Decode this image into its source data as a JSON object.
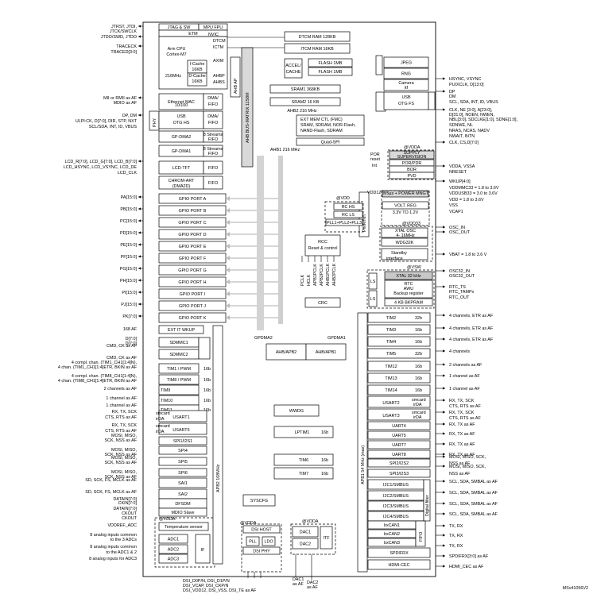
{
  "core": {
    "jtag": "JTAG & SW",
    "mpu_fpu": "MPU FPU",
    "etm": "ETM",
    "nvic": "NVIC",
    "cpu_l1": "Arm  CPU",
    "cpu_l2": "Cortex-M7",
    "freq": "216MHz",
    "icache_l1": "I-Cache",
    "icache_l2": "16KB",
    "dcache_l1": "D-Cache",
    "dcache_l2": "16KB",
    "dtcm": "DTCM",
    "itcm": "ICTM",
    "axim": "AXIM",
    "ahbp": "AHBP",
    "ahbs": "AHBS",
    "dtcm_ram": "DTCM RAM 128KB",
    "itcm_ram": "ITCM RAM 16KB",
    "flash1": "FLASH 1MB",
    "flash2": "FLASH 1MB",
    "accel1": "ACCEL/",
    "accel2": "CACHE",
    "ahb_ap": "AHB AP",
    "sram1": "SRAM1 368KB",
    "sram2": "SRAM2 16 KB",
    "ahb2": "AHB2 216 MHz",
    "fmc1": "EXT MEM CTL (FMC)",
    "fmc2": "SRAM, SDRAM, NOR-Flash,",
    "fmc3": "NAND-Flash, SDRAM",
    "quadspi": "Quad-SPI",
    "ahb1": "AHB1 216 MHz",
    "bus_matrix": "AHB BUS-MATRIX 11S8M"
  },
  "left_blocks": {
    "eth1": "Ethernet MAC",
    "eth2": "10/100",
    "dma_fifo1": "DMA/",
    "dma_fifo2": "FIFO",
    "usb1": "USB",
    "usb2": "OTG HS",
    "phy": "PHY",
    "gpdma2": "GP-DMA2",
    "gpdma1": "GP-DMA1",
    "streams1": "8 Streams",
    "fifo": "FIFO",
    "lcd_tft": "LCD-TFT",
    "chrom1": "CHROM-ART",
    "chrom2": "(DMA2D)",
    "gpio": [
      "GPIO PORT A",
      "GPIO PORT B",
      "GPIO PORT C",
      "GPIO PORT D",
      "GPIO PORT E",
      "GPIO PORT F",
      "GPIO PORT G",
      "GPIO PORT H",
      "GPIO PORT I",
      "GPIO PORT J",
      "GPIO PORT K"
    ],
    "ext_it": "EXT IT WKUP",
    "sdmmc1": "SDMMC1",
    "sdmmc2": "SDMMC2",
    "tim1": "TIM1 / PWM",
    "tim8": "TIM8 / PWM",
    "tim9": "TIM9",
    "tim10": "TIM10",
    "tim11": "TIM11",
    "b16": "16b",
    "smcard": "smcard",
    "irda": "irDA",
    "usart1": "USART1",
    "usart6": "USART6",
    "spi1": "SPI1/I2S1",
    "spi4": "SPI4",
    "spi5": "SPI5",
    "spi6": "SPI6",
    "sai1": "SAI1",
    "sai2": "SAI2",
    "dfsdm": "DFSDM",
    "mdio": "MDIO Slave",
    "vdda": "@VDDA",
    "temp": "Temperature sensor",
    "adc1": "ADC1",
    "adc2": "ADC2",
    "adc3": "ADC3",
    "if": "IF",
    "apb2": "APB2 108MHz"
  },
  "mid_blocks": {
    "pwr_int": "PWR/INT",
    "rcc1": "RCC",
    "rcc2": "Reset & control",
    "clk_list": [
      "PCLK",
      "HCLK",
      "APB1PCLK",
      "APB2PCLK",
      "AHB1PCLK",
      "AHB2PCLK"
    ],
    "crc": "CRC",
    "gpdma2": "GPDMA2",
    "gpdma1": "GPDMA1",
    "ahb_apb2": "AHB/APB2",
    "ahb_apb1": "AHB/APB1",
    "wwdg": "WWDG",
    "lptim1": "LPTIM1",
    "tim6": "TIM6",
    "tim7": "TIM7",
    "b16": "16b",
    "syscfg": "SYSCFG",
    "dsi_host": "DSI HOST",
    "pll": "PLL",
    "ldo": "LDO",
    "dsi_phy": "DSI PHY",
    "vdda": "@VDDA",
    "dac1": "DAC1",
    "dac2": "DAC2",
    "itf": "ITF"
  },
  "right_blocks": {
    "jpeg": "JPEG",
    "rng": "RNG",
    "camera1": "Camera",
    "camera2": "itf",
    "usb1": "USB",
    "usb2": "OTG FS",
    "fifo": "FIFO",
    "phy": "PHY",
    "vdda": "@VDDA",
    "supply1": "SUPPLY",
    "supply2": "SUPERVISION",
    "por_pdr": "POR/PDR",
    "bor": "BOR",
    "pvd": "PVD",
    "por_reset1": "POR",
    "por_reset2": "reset",
    "int": "Int",
    "vdd": "@VDD",
    "rc_hs": "RC HS",
    "rc_ls": "RC LS",
    "plls": "PLL1+PLL2+PLL3",
    "vdd12": "VDD12",
    "power_mngt": "Ⓦ5µs + POWER MNGT",
    "volt1": "VOLT. REG",
    "volt2": "3.3V TO 1.2V",
    "vdd33": "@VDD33",
    "xtal_osc1": "XTAL OSC",
    "xtal_osc2": "4- 16MHz",
    "wdg32k": "WDG32K",
    "standby1": "Standby",
    "standby2": "interface",
    "vsw": "@VSW",
    "ls": "LS",
    "xtal32": "XTAL 32 kHz",
    "rtc1": "RTC",
    "rtc2": "AWU",
    "rtc3": "Backup register",
    "rtc4": "4 KB BKPRAM",
    "timers": [
      {
        "name": "TIM2",
        "bits": "32b"
      },
      {
        "name": "TIM3",
        "bits": "16b"
      },
      {
        "name": "TIM4",
        "bits": "16b"
      },
      {
        "name": "TIM5",
        "bits": "32b"
      },
      {
        "name": "TIM12",
        "bits": "16b"
      },
      {
        "name": "TIM13",
        "bits": "16b"
      },
      {
        "name": "TIM14",
        "bits": "16b"
      }
    ],
    "usart2": "USART2",
    "usart3": "USART3",
    "smcard": "smcard",
    "irda": "irDA",
    "uarts": [
      "UART4",
      "UART5",
      "UART7",
      "UART8"
    ],
    "spi2": "SPI2/I2S2",
    "spi3": "SPI3/I2S3",
    "i2c": [
      "I2C1/SMBUS",
      "I2C2/SMBUS",
      "I2C3/SMBUS",
      "I2C4/SMBUS"
    ],
    "digital_filter": "Digital filter",
    "can": [
      "bxCAN1",
      "bxCAN2",
      "bxCAN3"
    ],
    "spdif": "SPDIFRX",
    "hdmi": "HDMI-CEC",
    "apb1": "APB1 54 MHz (max)"
  },
  "left_signals": [
    "JTRST, JTDI,",
    "JTCK/SWCLK",
    "JTDO/SWD, JTDO",
    "TRACECK",
    "TRACED[3:0]",
    "MII or RMII as AF",
    "MDIO as AF",
    "DP, DM",
    "ULPI:CK, D[7:0], DIR, STP, NXT",
    "SCL/SDA, INT, ID, VBUS",
    "LCD_R[7:0], LCD_G[7:0], LCD_B[7:0]",
    "LCD_HSYNC, LCD_VSYNC, LCD_DE",
    "LCD_CLK",
    "PA[15:0]",
    "PB[15:0]",
    "PC[15:0]",
    "PD[15:0]",
    "PE[15:0]",
    "PF[15:0]",
    "PG[15:0]",
    "PH[15:0]",
    "PI[15:0]",
    "PJ[15:0]",
    "PK[7:0]",
    "168 AF",
    "D[7:0]",
    "D[7:0]",
    "CMD, CK as AF",
    "CMD, CK as AF",
    "4 compl. chan. (TIM1_CH1[1:4]N),",
    "4 chan. (TIM1_CH1[1:4]ETR, BKIN as AF",
    "4 compl. chan. (TIM8_CH1[1:4]N),",
    "4 chan. (TIM8_CH1[1:4]ETR, BKIN as AF",
    "2 channels as AF",
    "1 channel as AF",
    "1 channel as AF",
    "RX, TX, SCK",
    "CTS, RTS as AF",
    "RX, TX, SCK",
    "CTS, RTS as AF",
    "MOSI, MISO,",
    "SCK, NSS as AF",
    "MOSI, MISO,",
    "SCK, NSS as AF",
    "MOSI, MISO,",
    "SCK, NSS as AF",
    "MOSI, MISO,",
    "SCK, NSS as AF",
    "SD, SCK, FS, MCLK as AF",
    "SD, SCK, FS, MCLK as AF",
    "DATAIN[7:0]",
    "CKIN[7:0]",
    "DATAIN[7:0]",
    "CKOUT",
    "CKOUT",
    "VDDREF_ADC",
    "8 analog inputs common",
    "to the 3 ADCs",
    "8 analog inputs common",
    "to the ADC1 & 2",
    "8 analog inputs for ADC3"
  ],
  "right_signals": [
    "HSYNC, VSYNC",
    "PUIXCLK, D[13:0]",
    "DP",
    "DM",
    "SCL, SDA, INT, ID, VBUS",
    "CLK, NE [3:0], A[23:0],",
    "D[31:0], NOEN, NWEN,",
    "NBL[3:0], SDCLKE[1:0], SDNE[1:0],",
    "SDNWE, NL",
    "NRAS, NCAS, NADV",
    "NWAIT, INTN",
    "CLK, CS,D[7:0]",
    "VDDA, VSSA",
    "NRESET",
    "WKUP[4:0]",
    "VDDMMC33 = 1.8 to 3.6V",
    "VDDUSB33 = 3.0 to 3.6V",
    "VDD = 1.8 to 3.6V",
    "VSS",
    "VCAP1",
    "OSC_IN",
    "OSC_OUT",
    "VBAT = 1.8 to 3.6 V",
    "OSC32_IN",
    "OSC32_OUT",
    "RTC_TS",
    "RTC_TAMPx",
    "RTC_OUT",
    "4 channels, ETR as AF",
    "4 channels, ETR as AF",
    "4 channels, ETR as AF",
    "4 channels",
    "2 channels as AF",
    "1 channel as AF",
    "1 channel as AF",
    "RX, TX, SCK",
    "CTS, RTS as AF",
    "RX, TX, SCK",
    "CTS, RTS as AF",
    "RX, TX as AF",
    "RX, TX as AF",
    "RX, TX as AF",
    "RX, TX as AF",
    "MOSI, MISO, SCK,",
    "NSS as AF",
    "MOSI, MISO, SCK,",
    "NSS as AF",
    "SCL, SDA, SMBAL as AF",
    "SCL, SDA, SMBAL as AF",
    "SCL, SDA, SMBAL as AF",
    "SCL, SDA, SMBAL as AF",
    "TX, RX",
    "TX, RX",
    "TX, RX",
    "SPDIFRX[3:0] as AF",
    "HDMI_CEC as AF"
  ],
  "bottom_signals": {
    "dsi1": "DSI_D0P/N, DSI_D1P/N",
    "dsi2": "DSI_VCAP, DSI_CKP/N",
    "dsi3": "DSI_VDD12, DSI_VSS, DSI_TE as AF",
    "dac1_1": "DAC1",
    "dac1_2": "as AF",
    "dac2_1": "DAC2",
    "dac2_2": "as AF"
  },
  "figure_id": "MSv41056V2"
}
